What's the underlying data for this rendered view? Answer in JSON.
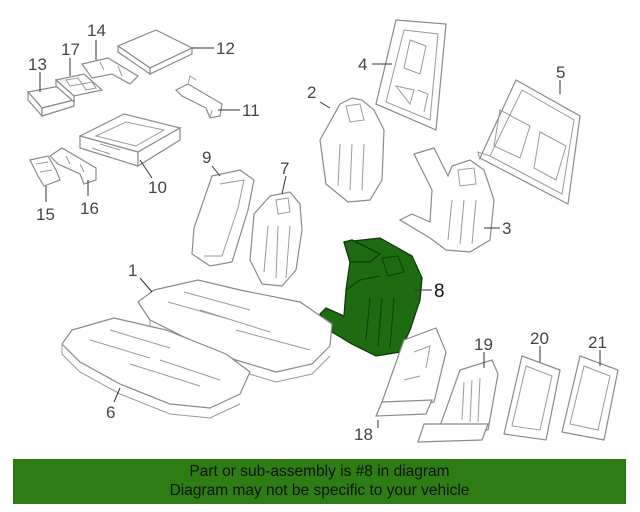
{
  "callouts": {
    "c1": "1",
    "c2": "2",
    "c3": "3",
    "c4": "4",
    "c5": "5",
    "c6": "6",
    "c7": "7",
    "c8": "8",
    "c9": "9",
    "c10": "10",
    "c11": "11",
    "c12": "12",
    "c13": "13",
    "c14": "14",
    "c15": "15",
    "c16": "16",
    "c17": "17",
    "c18": "18",
    "c19": "19",
    "c20": "20",
    "c21": "21"
  },
  "highlighted_part": "8",
  "colors": {
    "highlight": "#1f6b12",
    "banner": "#2e7d14"
  },
  "banner": {
    "line1": "Part or sub-assembly is #8 in diagram",
    "line2": "Diagram may not be specific to your vehicle"
  }
}
